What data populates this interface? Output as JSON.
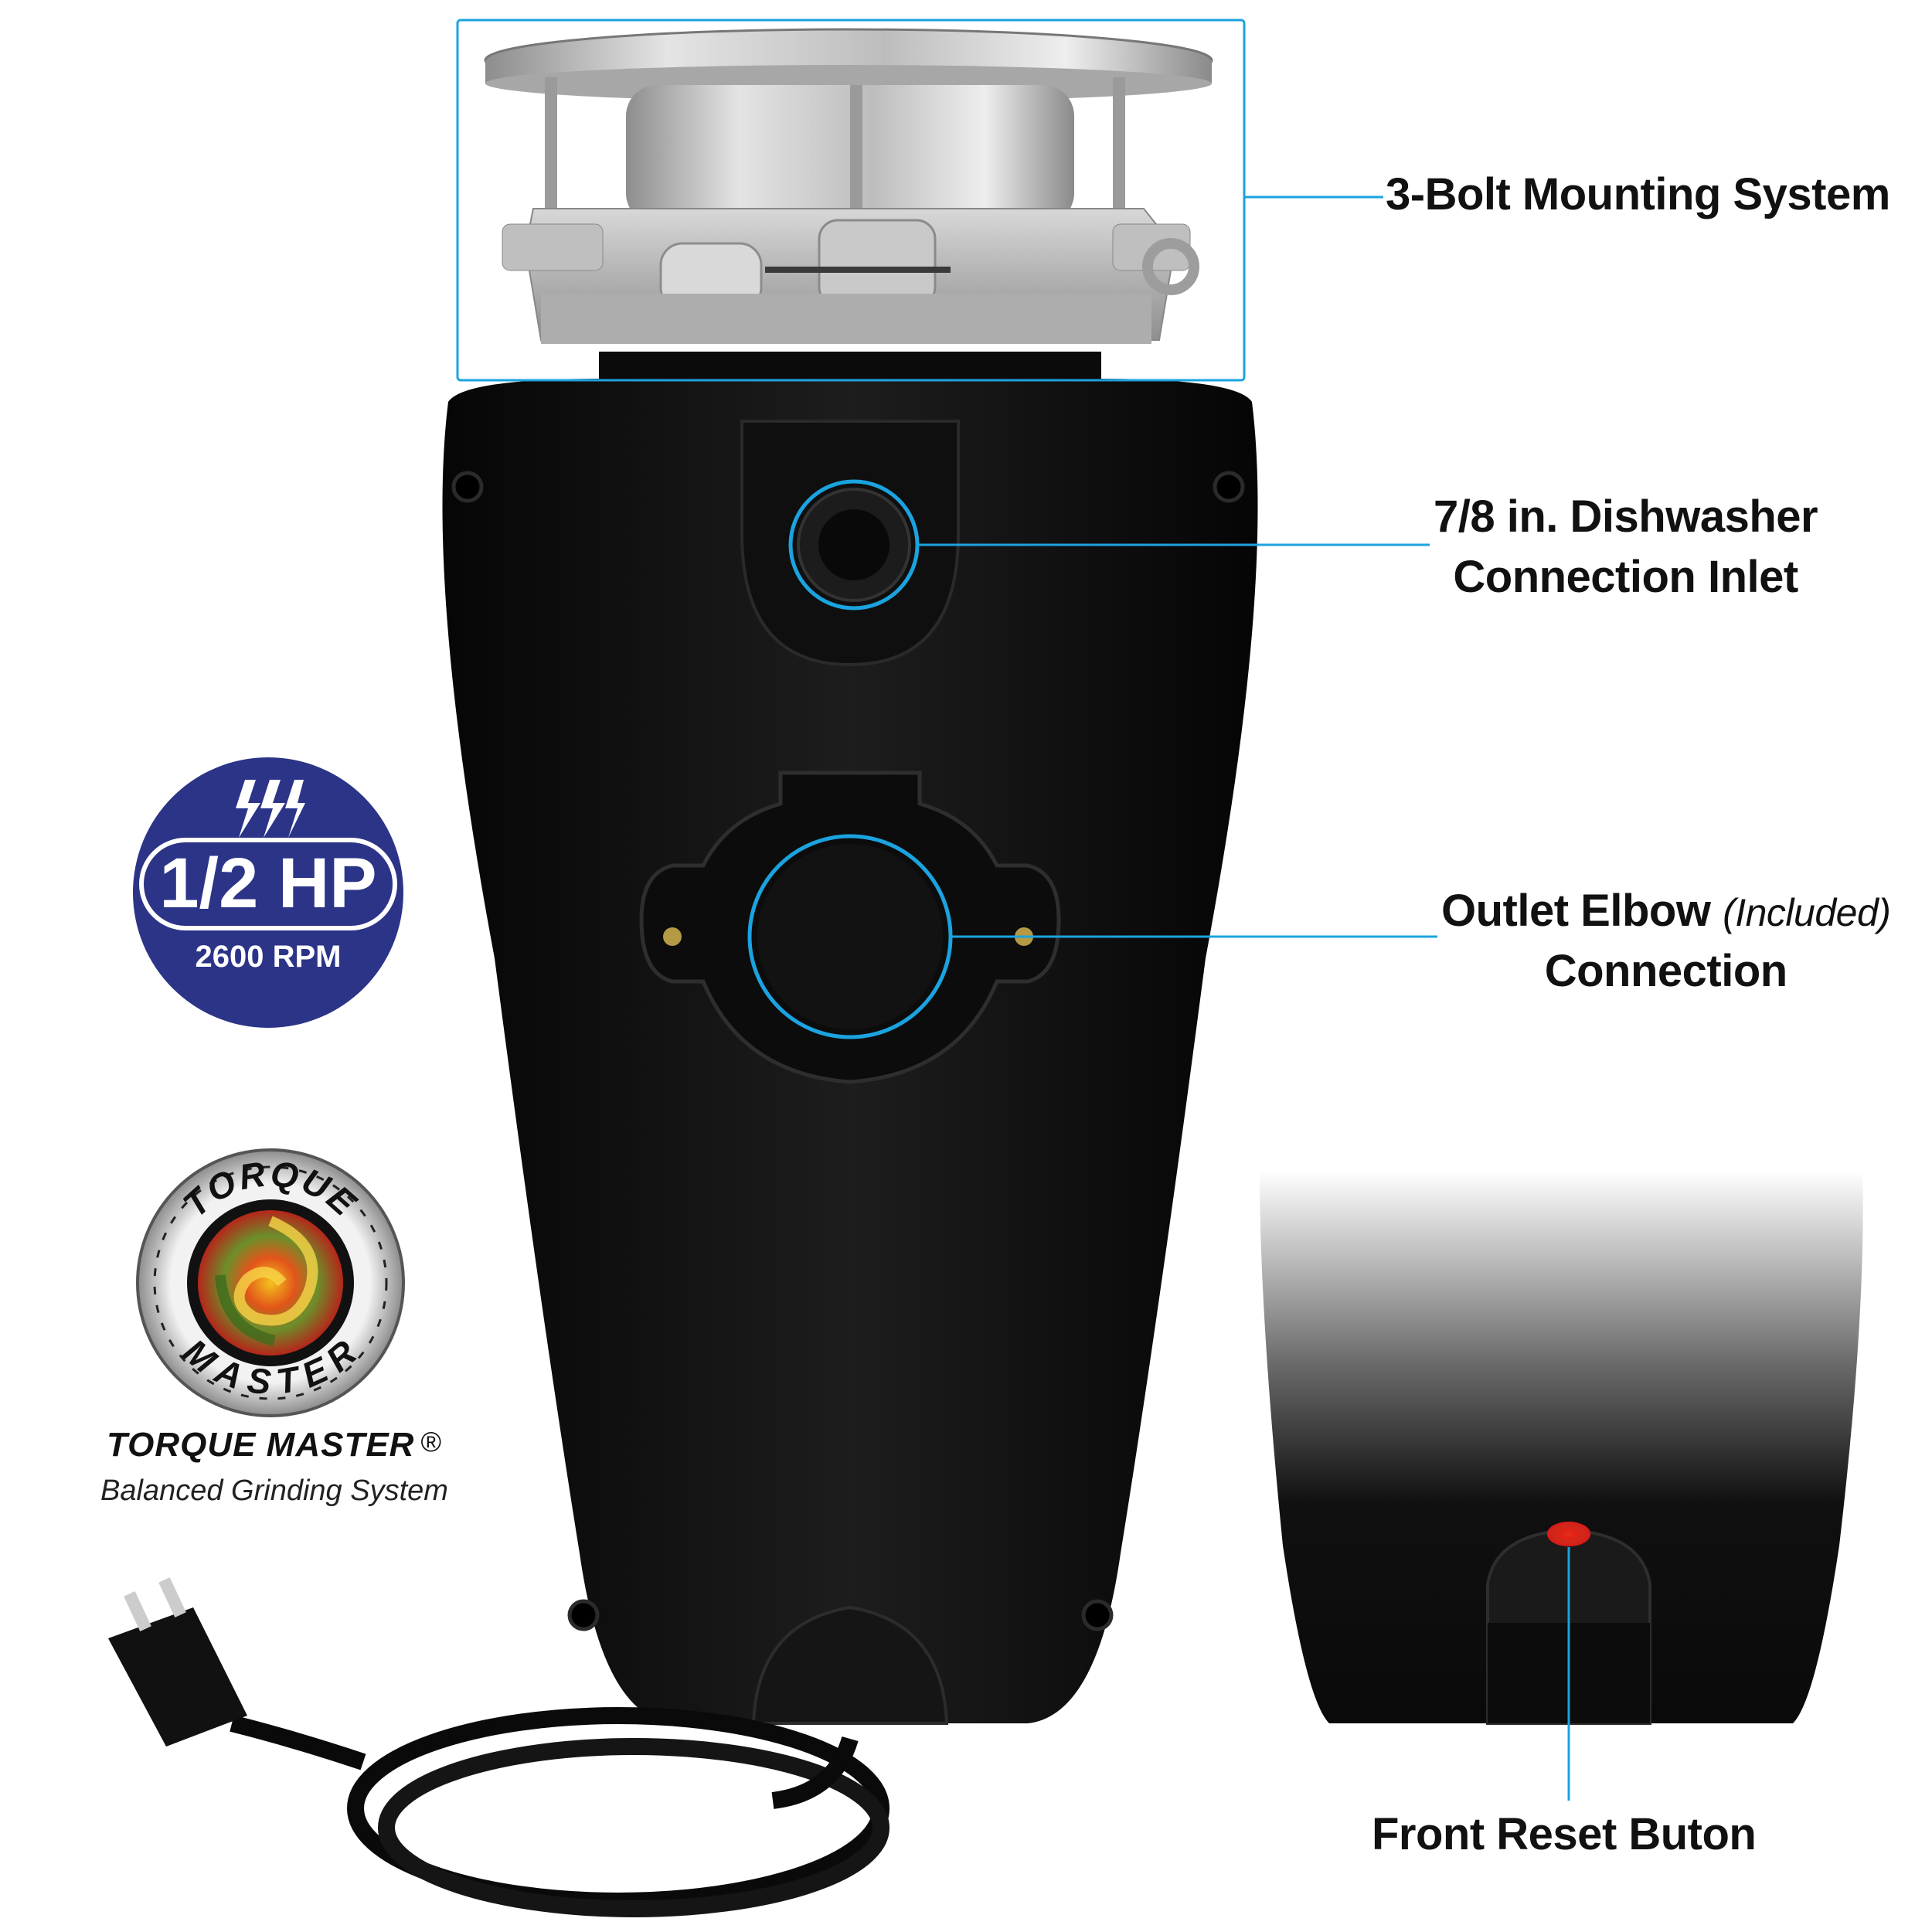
{
  "callouts": {
    "mounting": {
      "text": "3-Bolt Mounting System"
    },
    "dishwasher": {
      "line1": "7/8 in. Dishwasher",
      "line2": "Connection Inlet"
    },
    "outlet": {
      "line1": "Outlet Elbow",
      "note": "(Included)",
      "line2": "Connection"
    },
    "reset": {
      "text": "Front Reset Buton"
    }
  },
  "power_badge": {
    "horsepower": "1/2 HP",
    "speed": "2600 RPM"
  },
  "brand_logo": {
    "ring_top": "TORQUE",
    "ring_bottom": "MASTER",
    "name": "TORQUE MASTER",
    "registered": "®",
    "tagline": "Balanced Grinding System"
  },
  "colors": {
    "accent": "#1ba3e0",
    "body": "#111111",
    "badge": "#2b3487",
    "steel": "#b9b9b9",
    "reset": "#e01818"
  },
  "icons": [
    "lightning-icon",
    "power-plug-icon",
    "reset-button-icon"
  ]
}
